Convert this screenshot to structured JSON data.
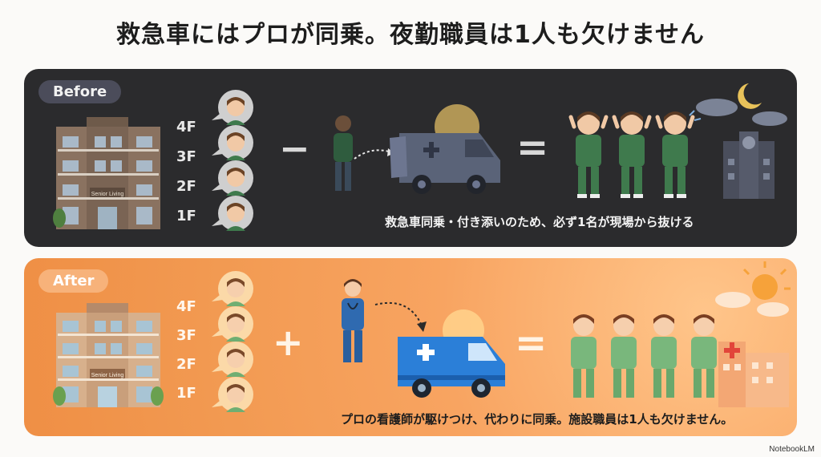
{
  "title": "救急車にはプロが同乗。夜勤職員は1人も欠けません",
  "before": {
    "badge": "Before",
    "floors": [
      "4F",
      "3F",
      "2F",
      "1F"
    ],
    "operator": "−",
    "equals": "=",
    "caption": "救急車同乗・付き添いのため、必ず1名が現場から抜ける",
    "building_sign": "Senior Living"
  },
  "after": {
    "badge": "After",
    "floors": [
      "4F",
      "3F",
      "2F",
      "1F"
    ],
    "operator": "+",
    "equals": "=",
    "caption": "プロの看護師が駆けつけ、代わりに同乗。施設職員は1人も欠けません。",
    "building_sign": "Senior Living"
  },
  "watermark": "NotebookLM",
  "colors": {
    "dark_panel": "#2b2b2d",
    "orange_panel": "#f29a52",
    "staff_green": "#3f7a4d",
    "ambulance_blue": "#2b7fd8"
  }
}
